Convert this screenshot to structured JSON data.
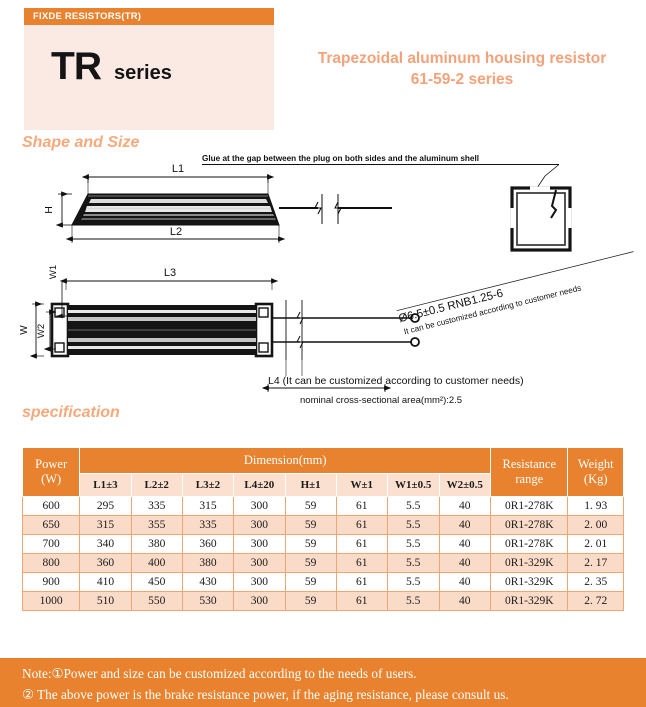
{
  "header": {
    "bar_label": "FIXDE RESISTORS(TR)",
    "series_code": "TR",
    "series_word": "series",
    "bar_color": "#E8822E",
    "block_color": "#FBEAE4"
  },
  "product_title": {
    "line1": "Trapezoidal aluminum housing resistor",
    "line2": "61-59-2 series",
    "color": "#F4A27A"
  },
  "sections": {
    "shape_and_size": "Shape and Size",
    "specification": "specification",
    "heading_color": "#F7A97C"
  },
  "drawing": {
    "glue_note": "Glue at the gap between the plug on both sides and the aluminum shell",
    "labels": {
      "l1": "L1",
      "l2": "L2",
      "l3": "L3",
      "l4": "L4",
      "h": "H",
      "w": "W",
      "w1": "W1",
      "w2": "W2"
    },
    "terminal_spec": "Ø6.5±0.5   RNB1.25-6",
    "terminal_custom_note": "It can be customized according to customer needs",
    "l4_note": "L4 (It can be customized according to customer needs)",
    "cross_section_note": "nominal cross-sectional area(mm²):2.5"
  },
  "table": {
    "header": {
      "power": "Power",
      "power_unit": "(W)",
      "dimension": "Dimension(mm)",
      "resistance": "Resistance",
      "resistance_sub": "range",
      "weight": "Weight",
      "weight_unit": "(Kg)"
    },
    "sub_headers": [
      "L1±3",
      "L2±2",
      "L3±2",
      "L4±20",
      "H±1",
      "W±1",
      "W1±0.5",
      "W2±0.5"
    ],
    "rows": [
      {
        "power": "600",
        "l1": "295",
        "l2": "335",
        "l3": "315",
        "l4": "300",
        "h": "59",
        "w": "61",
        "w1": "5.5",
        "w2": "40",
        "resistance": "0R1-278K",
        "weight": "1. 93"
      },
      {
        "power": "650",
        "l1": "315",
        "l2": "355",
        "l3": "335",
        "l4": "300",
        "h": "59",
        "w": "61",
        "w1": "5.5",
        "w2": "40",
        "resistance": "0R1-278K",
        "weight": "2. 00"
      },
      {
        "power": "700",
        "l1": "340",
        "l2": "380",
        "l3": "360",
        "l4": "300",
        "h": "59",
        "w": "61",
        "w1": "5.5",
        "w2": "40",
        "resistance": "0R1-278K",
        "weight": "2. 01"
      },
      {
        "power": "800",
        "l1": "360",
        "l2": "400",
        "l3": "380",
        "l4": "300",
        "h": "59",
        "w": "61",
        "w1": "5.5",
        "w2": "40",
        "resistance": "0R1-329K",
        "weight": "2. 17"
      },
      {
        "power": "900",
        "l1": "410",
        "l2": "450",
        "l3": "430",
        "l4": "300",
        "h": "59",
        "w": "61",
        "w1": "5.5",
        "w2": "40",
        "resistance": "0R1-329K",
        "weight": "2. 35"
      },
      {
        "power": "1000",
        "l1": "510",
        "l2": "550",
        "l3": "530",
        "l4": "300",
        "h": "59",
        "w": "61",
        "w1": "5.5",
        "w2": "40",
        "resistance": "0R1-329K",
        "weight": "2. 72"
      }
    ],
    "header_bg": "#E8822E",
    "sub_header_bg": "#FBE0D0",
    "alt_row_bg": "#FADBC8"
  },
  "footer": {
    "line1": "Note:①Power and size can be customized according to the needs of users.",
    "line2": "② The above power is the brake resistance power, if the aging resistance, please consult us.",
    "bg": "#E8822E"
  }
}
